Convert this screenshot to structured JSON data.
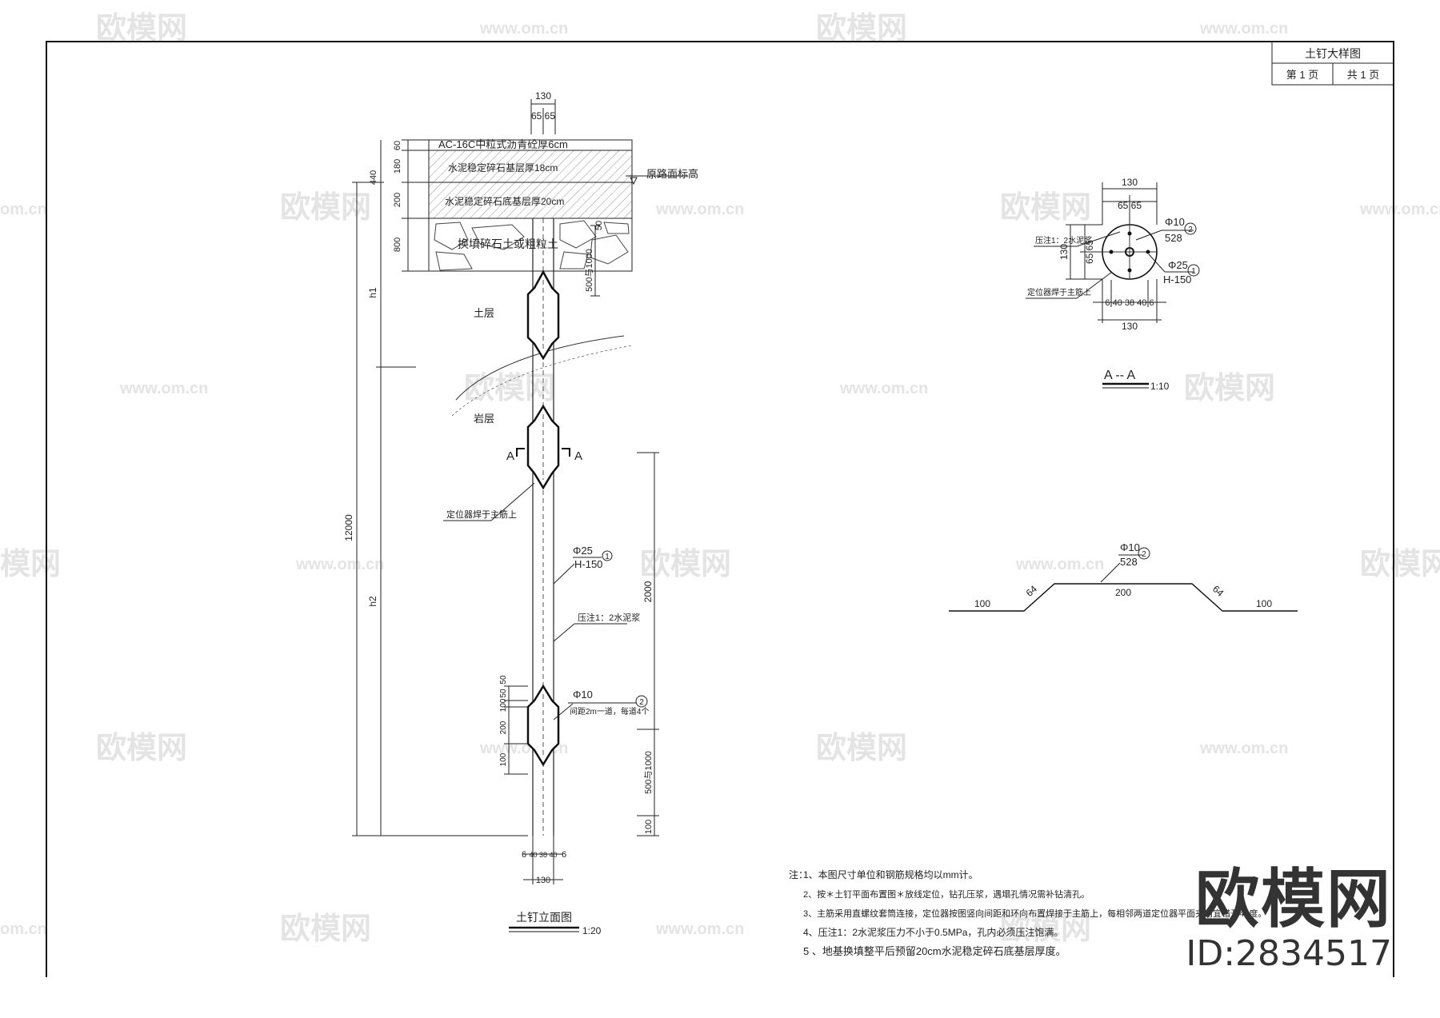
{
  "title_block": {
    "title": "土钉大样图",
    "page_label": "第 1 页",
    "total_label": "共 1 页"
  },
  "watermark": {
    "logo_text": "欧模网",
    "url_text": "www.om.cn",
    "left_url_fragment": "om.cn",
    "left_logo_fragment": "模网"
  },
  "brand": {
    "logo": "欧模网",
    "id": "ID:2834517"
  },
  "elevation": {
    "caption": "土钉立面图",
    "scale": "1:20",
    "top_dims": {
      "total": "130",
      "halves": "65 65"
    },
    "layers": {
      "asphalt": "AC-16C中粒式沥青砼厚6cm",
      "base18": "水泥稳定碎石基层厚18cm",
      "subbase20": "水泥稳定碎石底基层厚20cm",
      "fill": "换填碎石土或粗粒土",
      "road_label": "原路面标高"
    },
    "left_dims": {
      "d60": "60",
      "d180": "180",
      "d200": "200",
      "d440": "440",
      "d800": "800",
      "h1": "h1",
      "d12000": "12000",
      "h2": "h2"
    },
    "strata": {
      "soil": "土层",
      "rock": "岩层"
    },
    "section_mark": "A",
    "labels": {
      "positioner": "定位器焊于主筋上",
      "phi25": "Φ25",
      "h150": "H-150",
      "grout": "压注1：2水泥浆",
      "phi10": "Φ10",
      "phi10_note": "间距2m一道，每道4个",
      "circ1": "1",
      "circ2": "2"
    },
    "right_dims": {
      "d500_1000_top": "500与1000",
      "d50_top": "50",
      "d2000": "2000",
      "d500_1000_bot": "500与1000",
      "d100": "100"
    },
    "local_dims": {
      "d50a": "50",
      "d100a": "100",
      "d50b": "50",
      "d200": "200",
      "d100b": "100"
    },
    "bottom_dims": {
      "six_l": "6",
      "center": "40 38 40",
      "six_r": "6",
      "total": "130"
    }
  },
  "section": {
    "title": "A -- A",
    "scale": "1:10",
    "dim_top_total": "130",
    "dim_top_parts": "65  65",
    "dim_left_total": "130",
    "dim_left_parts": "65  65",
    "bottom_parts": "6 40 38 40 6",
    "dim_bottom_total": "130",
    "grout_label": "压注1：2水泥浆",
    "positioner_label": "定位器焊于主筋上",
    "phi10": "Φ10",
    "len528": "528",
    "phi25": "Φ25",
    "h150": "H-150",
    "circ1": "1",
    "circ2": "2"
  },
  "bent_bar": {
    "phi10": "Φ10",
    "len528": "528",
    "circ2": "2",
    "seg_left": "100",
    "slope_left": "64",
    "seg_mid": "200",
    "slope_right": "64",
    "seg_right": "100"
  },
  "notes": {
    "prefix": "注：",
    "items": [
      "1、本图尺寸单位和钢筋规格均以mm计。",
      "2、按＊土钉平面布置图＊放线定位，钻孔压浆，遇塌孔情况需补钻清孔。",
      "3、主筋采用直螺纹套筒连接，定位器按图竖向间距和环向布置焊接于主筋上，每相邻两道定位器平面夹角宜错开45度。",
      "4、压注1：2水泥浆压力不小于0.5MPa，孔内必须压注饱满。",
      "5  、地基换填整平后预留20cm水泥稳定碎石底基层厚度。"
    ]
  }
}
